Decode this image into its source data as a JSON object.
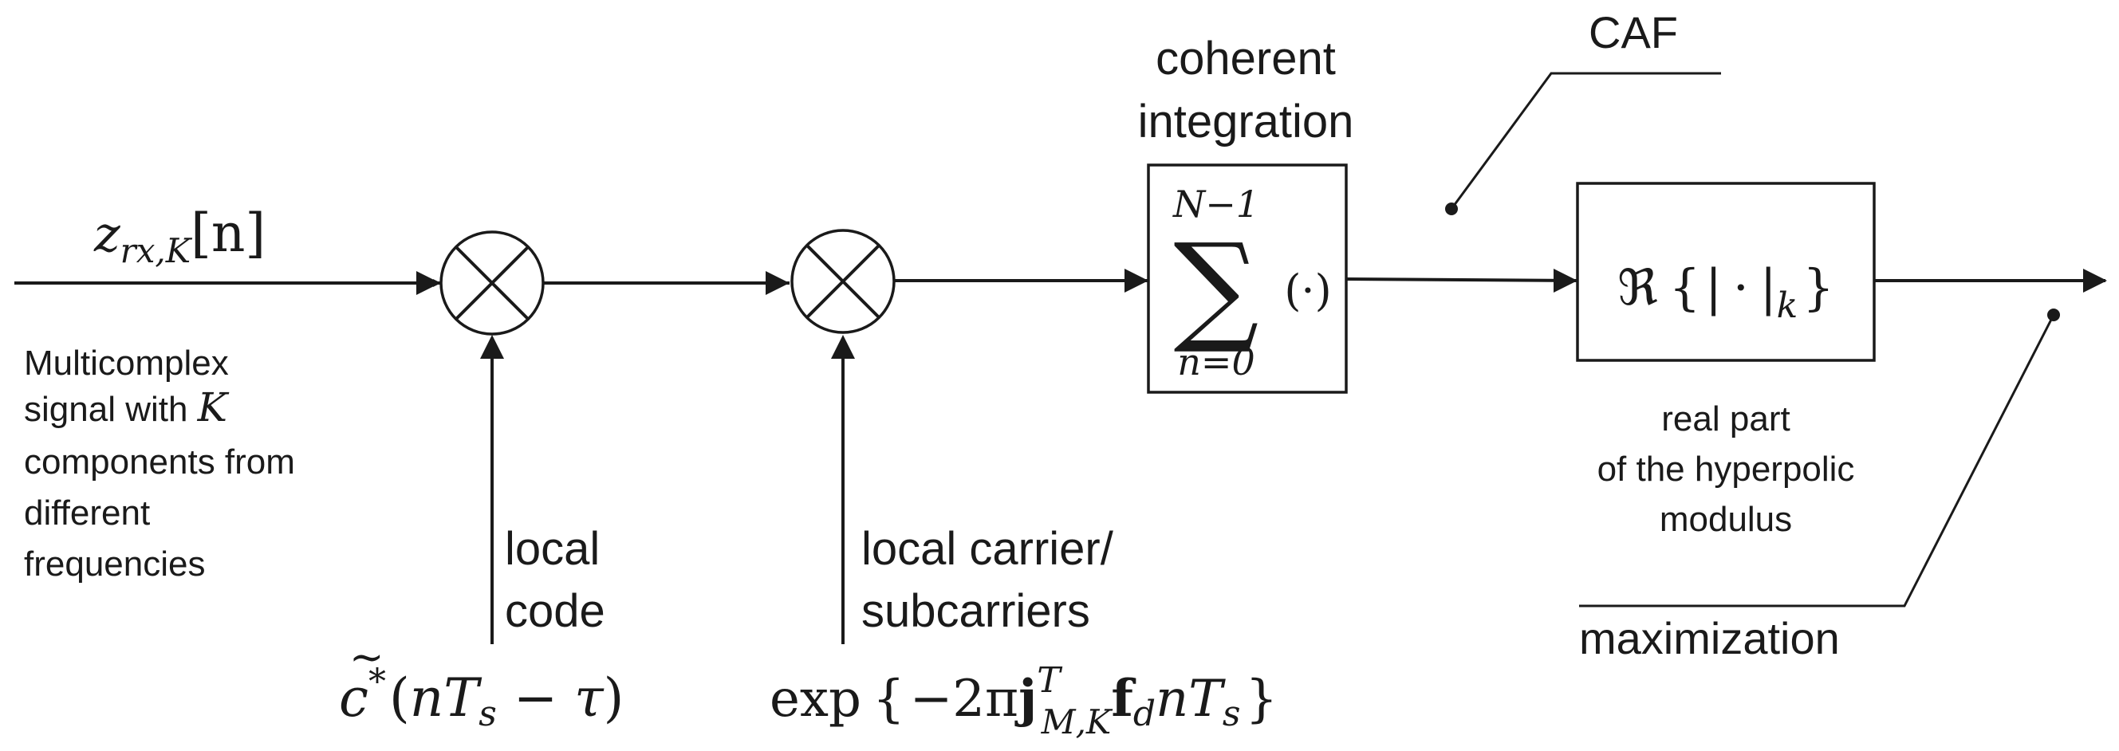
{
  "input_signal": {
    "z": "z",
    "sub": "rx,K",
    "index": "[n]"
  },
  "input_description": {
    "line1": "Multicomplex",
    "line2_prefix": "signal with ",
    "line2_var": "K",
    "line3": "components from",
    "line4": "different",
    "line5": "frequencies"
  },
  "local_code": {
    "label_line1": "local",
    "label_line2": "code",
    "expr": {
      "c": "c",
      "star": "*",
      "arg_open": "(",
      "n": "n",
      "T": "T",
      "s": "s",
      "minus": " − ",
      "tau": "τ",
      "arg_close": ")",
      "tilde": "~"
    }
  },
  "local_carrier": {
    "label_line1": "local carrier/",
    "label_line2": "subcarriers",
    "expr": {
      "exp": "exp",
      "brace_open": "{",
      "neg2pi": "−2π",
      "j": "j",
      "j_sup": "T",
      "j_sub": "M,K",
      "f": "f",
      "f_sub": "d",
      "n": "n",
      "T": "T",
      "s": "s",
      "brace_close": "}"
    }
  },
  "coherent_integration": {
    "label_line1": "coherent",
    "label_line2": "integration",
    "sum_upper": "N−1",
    "sigma": "∑",
    "sum_lower": "n=0",
    "arg": "(·)"
  },
  "modulus_block": {
    "re": "ℜ",
    "brace_open": "{",
    "bar_open": "|",
    "dot": "·",
    "bar_close": "|",
    "k": "k",
    "brace_close": "}",
    "label_line1": "real part",
    "label_line2": "of the hyperpolic",
    "label_line3": "modulus"
  },
  "caf_label": "CAF",
  "maximization_label": "maximization",
  "multiplier_symbol": "⊗"
}
